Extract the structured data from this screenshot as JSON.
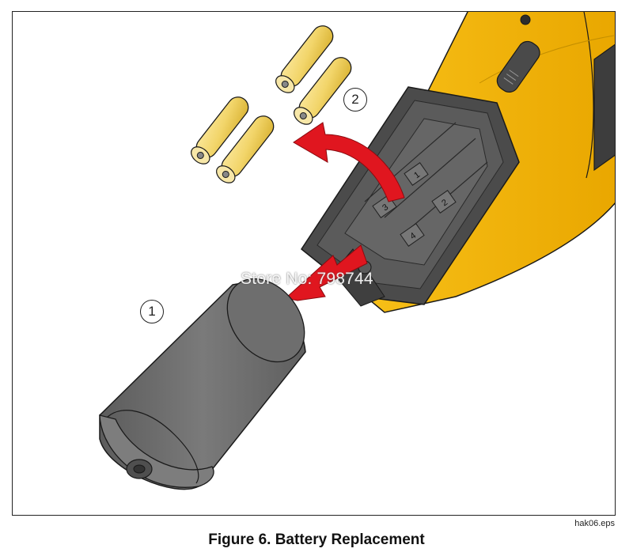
{
  "figure": {
    "caption": "Figure 6. Battery Replacement",
    "file_id": "hak06.eps",
    "watermark": "Store No: 798744"
  },
  "callouts": [
    {
      "label": "1",
      "meaning": "remove battery cover"
    },
    {
      "label": "2",
      "meaning": "remove batteries"
    }
  ],
  "compartment": {
    "slot_labels": [
      "1",
      "2",
      "3",
      "4"
    ]
  },
  "battery_count": 4,
  "colors": {
    "tool_body": "#f5b800",
    "cover": "#6f6f6f",
    "battery": "#f2d56a",
    "arrow": "#e0161f",
    "outline": "#1a1a1a"
  }
}
